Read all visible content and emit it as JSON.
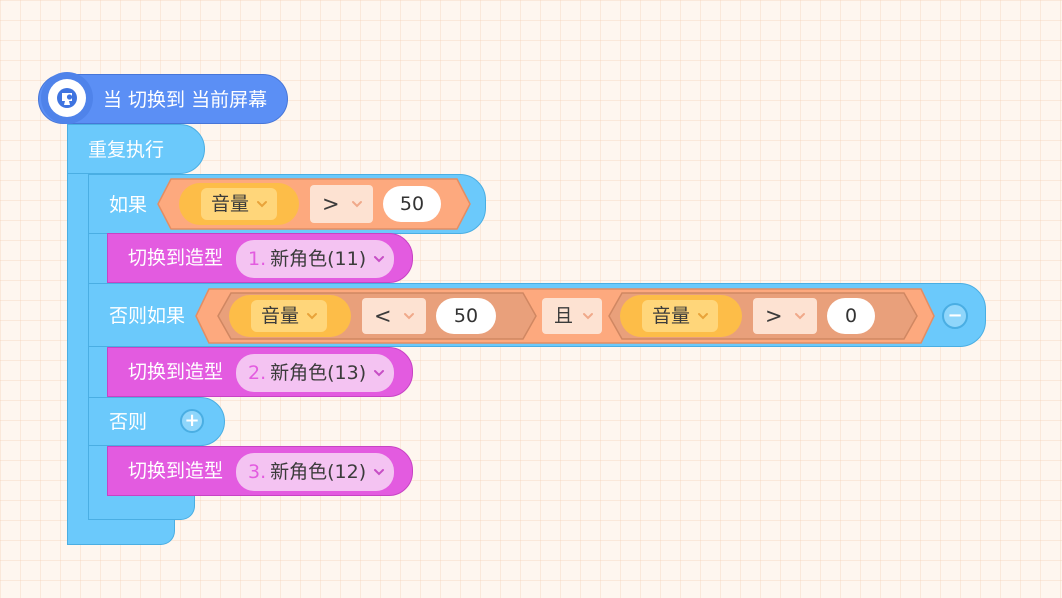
{
  "hat": {
    "label": "当 切换到 当前屏幕"
  },
  "loop": {
    "label": "重复执行"
  },
  "if_block": {
    "if_label": "如果",
    "elseif_label": "否则如果",
    "else_label": "否则",
    "remove_branch_symbol": "−",
    "add_branch_symbol": "+"
  },
  "condition1": {
    "variable": "音量",
    "operator": ">",
    "value": "50"
  },
  "condition2": {
    "left": {
      "variable": "音量",
      "operator": "<",
      "value": "50"
    },
    "logic": "且",
    "right": {
      "variable": "音量",
      "operator": ">",
      "value": "0"
    }
  },
  "switch_blocks": [
    {
      "label": "切换到造型",
      "number": "1.",
      "costume": "新角色(11)"
    },
    {
      "label": "切换到造型",
      "number": "2.",
      "costume": "新角色(13)"
    },
    {
      "label": "切换到造型",
      "number": "3.",
      "costume": "新角色(12)"
    }
  ],
  "colors": {
    "background": "#fef6ef",
    "event_blue": "#5b8ff5",
    "control_cyan": "#6bc9fb",
    "looks_purple": "#e35be0",
    "operator_orange": "#fda97e",
    "variable_yellow": "#fdbd48"
  },
  "icons": {
    "hat": "screen-icon",
    "dropdown": "chevron-down-icon"
  }
}
